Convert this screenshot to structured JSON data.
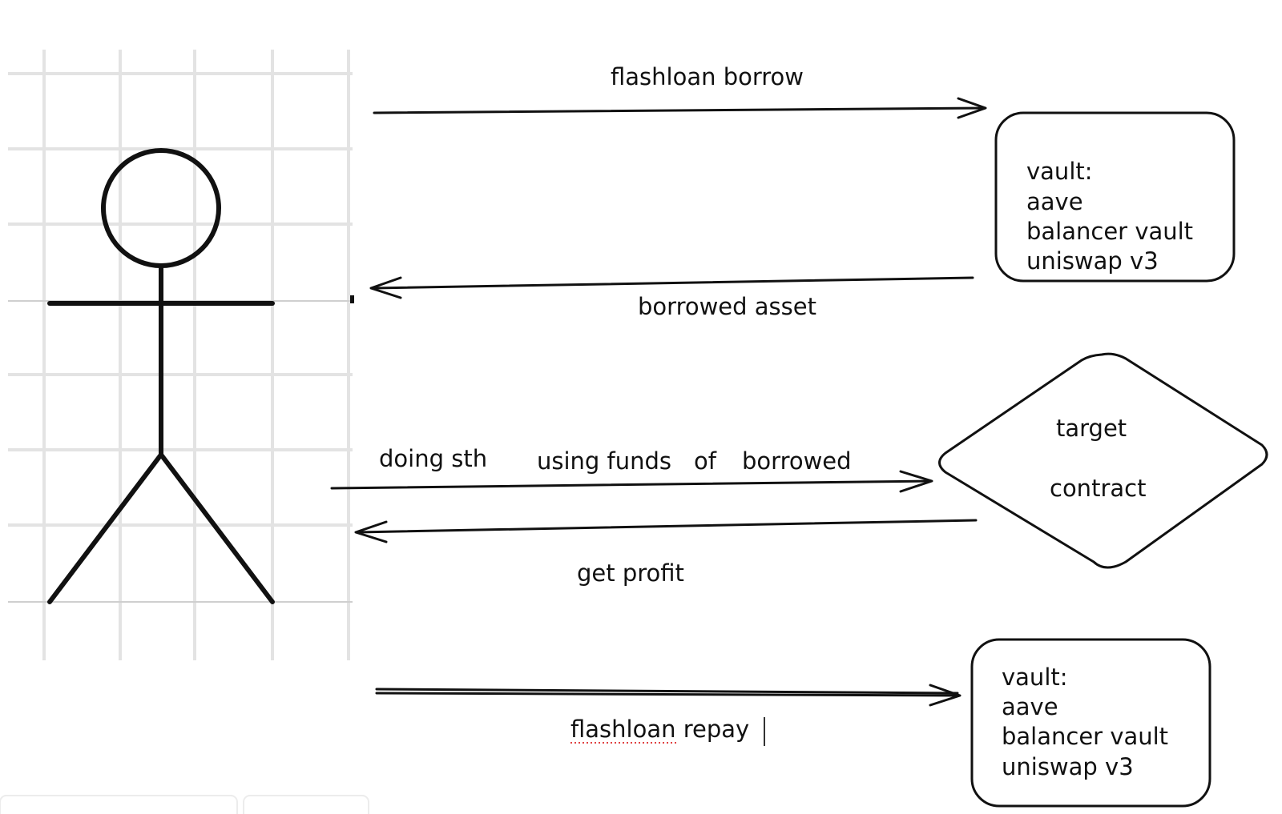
{
  "diagram": {
    "arrows": {
      "flashloan_borrow": "flashloan borrow",
      "borrowed_asset": "borrowed asset",
      "doing_sth": "doing sth",
      "using_funds": "using funds",
      "of": "of",
      "borrowed": "borrowed",
      "get_profit": "get profit",
      "flashloan_repay": "flashloan repay"
    },
    "vault_top": {
      "line1": "vault:",
      "line2": "aave",
      "line3": "balancer vault",
      "line4": "uniswap v3"
    },
    "target": {
      "line1": "target",
      "line2": "contract"
    },
    "vault_bottom": {
      "line1": "vault:",
      "line2": "aave",
      "line3": "balancer vault",
      "line4": "uniswap v3"
    }
  },
  "colors": {
    "ink": "#111111",
    "grid": "#e3e3e3",
    "spellcheck": "#e04040"
  }
}
